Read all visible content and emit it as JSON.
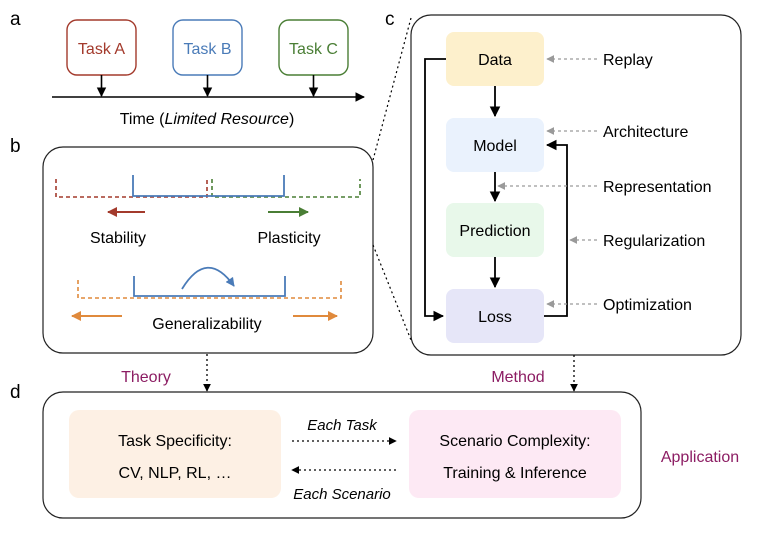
{
  "panel_letters": {
    "a": "a",
    "b": "b",
    "c": "c",
    "d": "d"
  },
  "panel_a": {
    "tasks": [
      {
        "label": "Task A",
        "color": "#a33a2c"
      },
      {
        "label": "Task B",
        "color": "#4a7bb8"
      },
      {
        "label": "Task C",
        "color": "#4a7e35"
      }
    ],
    "time_prefix": "Time (",
    "time_italic": "Limited Resource",
    "time_suffix": ")"
  },
  "panel_b": {
    "stability": "Stability",
    "plasticity": "Plasticity",
    "generalizability": "Generalizability",
    "colors": {
      "stability": "#a33a2c",
      "plasticity": "#4a7e35",
      "generalizability": "#e08a3c",
      "bar": "#4a7bb8"
    }
  },
  "panel_c": {
    "nodes": [
      {
        "label": "Data",
        "fill": "#fdf0cc"
      },
      {
        "label": "Model",
        "fill": "#eaf2fd"
      },
      {
        "label": "Prediction",
        "fill": "#e8f8ea"
      },
      {
        "label": "Loss",
        "fill": "#e6e6f8"
      }
    ],
    "methods": [
      "Replay",
      "Architecture",
      "Representation",
      "Regularization",
      "Optimization"
    ]
  },
  "labels": {
    "theory": "Theory",
    "method": "Method",
    "application": "Application",
    "accent": "#8c1d63"
  },
  "panel_d": {
    "left_line1": "Task Specificity:",
    "left_line2": "CV, NLP, RL, …",
    "right_line1": "Scenario Complexity:",
    "right_line2": "Training & Inference",
    "each_task": "Each Task",
    "each_scenario": "Each Scenario",
    "left_fill": "#fdf0e4",
    "right_fill": "#fde9f4"
  }
}
